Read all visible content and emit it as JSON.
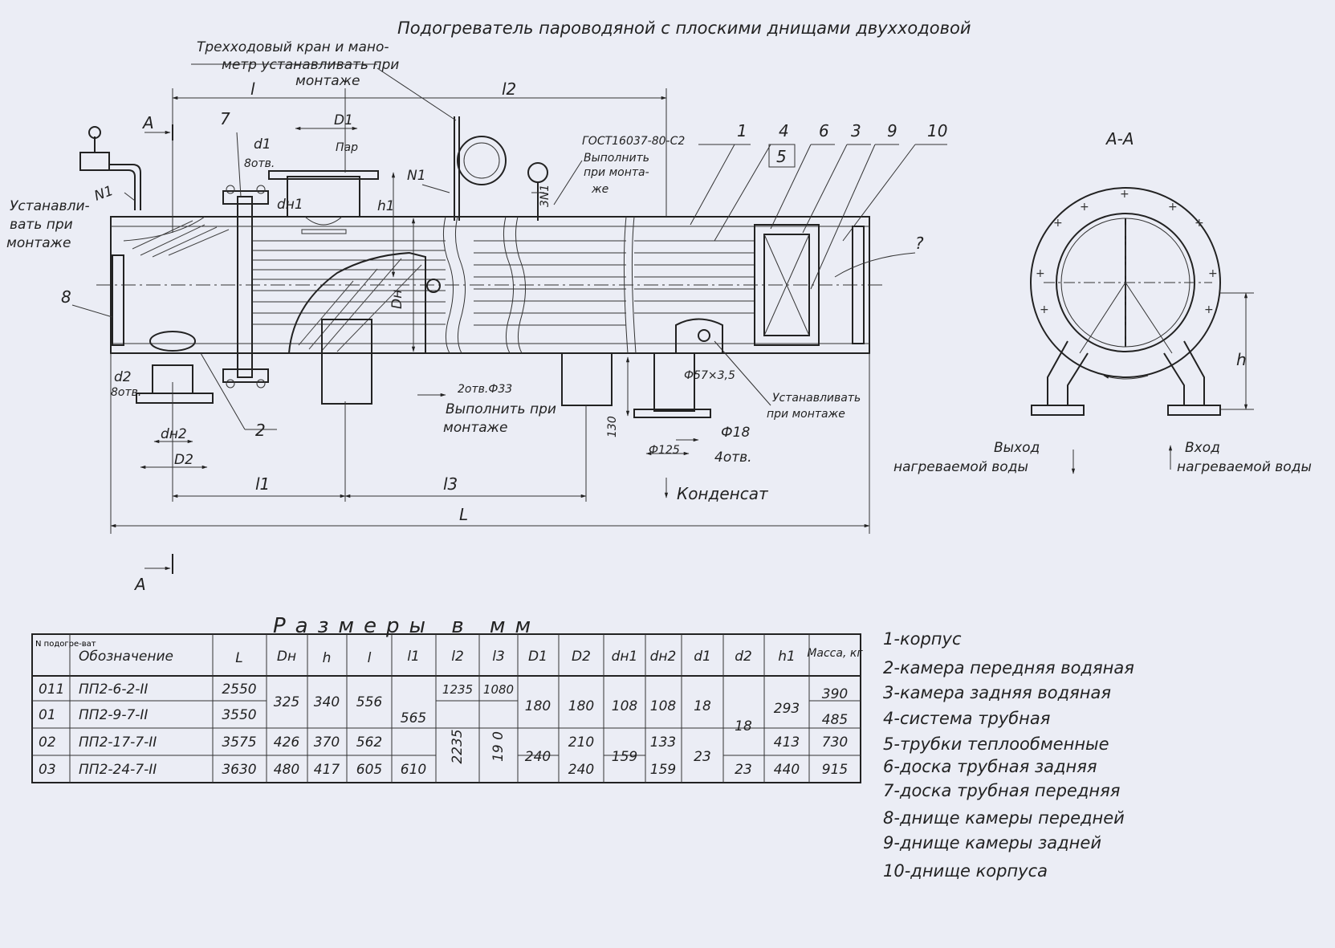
{
  "title": "Подогреватель пароводяной с плоскими днищами двухходовой",
  "notes": {
    "valve_note_1": "Трехходовый кран и мано-",
    "valve_note_2": "метр устанавливать при",
    "valve_note_3": "монтаже",
    "install_left_1": "Устанавли-",
    "install_left_2": "вать при",
    "install_left_3": "монтаже",
    "gost_1": "ГОСТ16037-80-С2",
    "gost_2": "Выполнить",
    "gost_3": "при монта-",
    "gost_4": "же",
    "holes_bottom_1": "2отв.Ф33",
    "holes_bottom_2": "Выполнить при",
    "holes_bottom_3": "монтаже",
    "install_right_1": "Устанавливать",
    "install_right_2": "при монтаже",
    "question": "?"
  },
  "labels": {
    "section_a": "А",
    "section_aa": "А-А",
    "steam": "Пар",
    "condensate": "Конденсат",
    "outlet_1": "Выход",
    "outlet_2": "нагреваемой воды",
    "inlet_1": "Вход",
    "inlet_2": "нагреваемой воды",
    "n1": "N1",
    "n1b": "N1",
    "n1c": "3N1",
    "dim_l": "l",
    "dim_l1": "l1",
    "dim_l2": "l2",
    "dim_l3": "l3",
    "dim_L": "L",
    "dim_D1": "D1",
    "dim_D2": "D2",
    "dim_dn1": "dн1",
    "dim_dn2": "dн2",
    "dim_d1": "d1",
    "dim_d2": "d2",
    "dim_h1": "h1",
    "dim_h": "h",
    "dim_Dn": "Dн",
    "holes8a": "8отв.",
    "holes8b": "8отв.",
    "d57": "Ф57×3,5",
    "d18": "Ф18",
    "holes4": "4отв.",
    "d125": "Ф125",
    "h130": "130",
    "pos1": "1",
    "pos2": "2",
    "pos3": "3",
    "pos4": "4",
    "pos5": "5",
    "pos6": "6",
    "pos7": "7",
    "pos8": "8",
    "pos9": "9",
    "pos10": "10"
  },
  "table": {
    "caption": "Размеры в мм",
    "headers": [
      "N подогре-ват",
      "Обозначение",
      "L",
      "Dн",
      "h",
      "l",
      "l1",
      "l2",
      "l3",
      "D1",
      "D2",
      "dн1",
      "dн2",
      "d1",
      "d2",
      "h1",
      "Масса, кг"
    ],
    "rows": [
      {
        "n": "011",
        "name": "ПП2-6-2-II",
        "L": "2550",
        "mass": "390"
      },
      {
        "n": "01",
        "name": "ПП2-9-7-II",
        "L": "3550",
        "mass": "485"
      },
      {
        "n": "02",
        "name": "ПП2-17-7-II",
        "L": "3575",
        "mass": "730"
      },
      {
        "n": "03",
        "name": "ПП2-24-7-II",
        "L": "3630",
        "mass": "915"
      }
    ],
    "cells": {
      "dn_01": "325",
      "h_01": "340",
      "l_01": "556",
      "dn_02": "426",
      "h_02": "370",
      "l_02": "562",
      "dn_03": "480",
      "h_03": "417",
      "l_03": "605",
      "l1_012": "565",
      "l1_03": "610",
      "l2_011": "1235",
      "l2_rest": "2235",
      "l3_011": "1080",
      "l3_rest": "19 0",
      "D1_01": "180",
      "D1_23": "240",
      "D2_01": "180",
      "D2_2": "210",
      "D2_3": "240",
      "dn1_01": "108",
      "dn1_23": "159",
      "dn2_01": "108",
      "dn2_2": "133",
      "dn2_3": "159",
      "d1_01": "18",
      "d1_23": "23",
      "d2_012": "18",
      "d2_3": "23",
      "h1_01": "293",
      "h1_2": "413",
      "h1_3": "440"
    }
  },
  "legend": [
    "1-корпус",
    "2-камера передняя водяная",
    "3-камера задняя водяная",
    "4-система трубная",
    "5-трубки теплообменные",
    "6-доска трубная задняя",
    "7-доска трубная передняя",
    "8-днище камеры передней",
    "9-днище камеры задней",
    "10-днище корпуса"
  ]
}
